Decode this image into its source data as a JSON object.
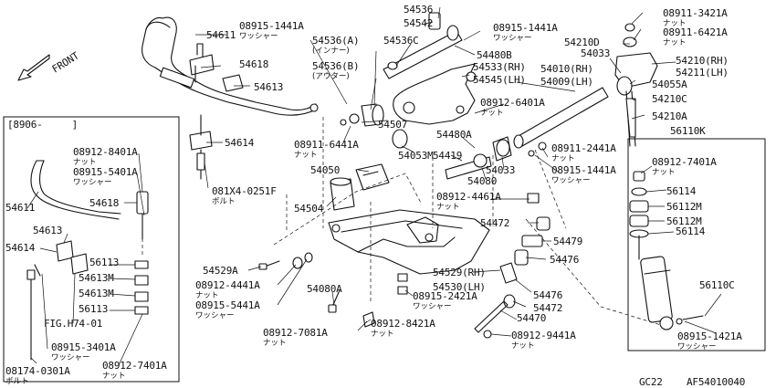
{
  "diagram": {
    "front_label": "FRONT",
    "inset_left_title": "[8906-     ]",
    "footer_left": "GC22",
    "footer_right": "AF54010040"
  },
  "callouts": [
    {
      "id": "c1",
      "text": "08915-1441A",
      "sub": "ワッシャー"
    },
    {
      "id": "c2",
      "text": "54611"
    },
    {
      "id": "c3",
      "text": "54618"
    },
    {
      "id": "c4",
      "text": "54613"
    },
    {
      "id": "c5",
      "text": "54614"
    },
    {
      "id": "c6",
      "text": "081X4-0251F",
      "sub": "ボルト"
    },
    {
      "id": "c7",
      "text": "54536(A)",
      "sub": "(インナー)"
    },
    {
      "id": "c8",
      "text": "54536(B)",
      "sub": "(アウター)"
    },
    {
      "id": "c9",
      "text": "54536C"
    },
    {
      "id": "c10",
      "text": "54536"
    },
    {
      "id": "c11",
      "text": "54542"
    },
    {
      "id": "c12",
      "text": "08915-1441A",
      "sub": "ワッシャー"
    },
    {
      "id": "c13",
      "text": "54480B"
    },
    {
      "id": "c14",
      "text": "54533(RH)"
    },
    {
      "id": "c15",
      "text": "54545(LH)"
    },
    {
      "id": "c16",
      "text": "54010(RH)"
    },
    {
      "id": "c17",
      "text": "54009(LH)"
    },
    {
      "id": "c18",
      "text": "54507"
    },
    {
      "id": "c19",
      "text": "08911-6441A",
      "sub": "ナット"
    },
    {
      "id": "c20",
      "text": "08912-6401A",
      "sub": "ナット"
    },
    {
      "id": "c21",
      "text": "54480A"
    },
    {
      "id": "c22",
      "text": "54053M"
    },
    {
      "id": "c23",
      "text": "54419"
    },
    {
      "id": "c24",
      "text": "54050"
    },
    {
      "id": "c25",
      "text": "54033"
    },
    {
      "id": "c26",
      "text": "54080"
    },
    {
      "id": "c27",
      "text": "08911-2441A",
      "sub": "ナット"
    },
    {
      "id": "c28",
      "text": "08915-1441A",
      "sub": "ワッシャー"
    },
    {
      "id": "c29",
      "text": "54504"
    },
    {
      "id": "c30",
      "text": "08912-4461A",
      "sub": "ナット"
    },
    {
      "id": "c31",
      "text": "08911-3421A",
      "sub": "ナット"
    },
    {
      "id": "c32",
      "text": "08911-6421A",
      "sub": "ナット"
    },
    {
      "id": "c33",
      "text": "54210D"
    },
    {
      "id": "c34",
      "text": "54033"
    },
    {
      "id": "c35",
      "text": "54210(RH)"
    },
    {
      "id": "c36",
      "text": "54211(LH)"
    },
    {
      "id": "c37",
      "text": "54055A"
    },
    {
      "id": "c38",
      "text": "54210C"
    },
    {
      "id": "c39",
      "text": "54210A"
    },
    {
      "id": "c40",
      "text": "56110K"
    },
    {
      "id": "c41",
      "text": "54472"
    },
    {
      "id": "c42",
      "text": "54479"
    },
    {
      "id": "c43",
      "text": "54476"
    },
    {
      "id": "c44",
      "text": "54529A"
    },
    {
      "id": "c45",
      "text": "08912-4441A",
      "sub": "ナット"
    },
    {
      "id": "c46",
      "text": "08915-5441A",
      "sub": "ワッシャー"
    },
    {
      "id": "c47",
      "text": "54080A"
    },
    {
      "id": "c48",
      "text": "54529(RH)"
    },
    {
      "id": "c49",
      "text": "54530(LH)"
    },
    {
      "id": "c50",
      "text": "08915-2421A",
      "sub": "ワッシャー"
    },
    {
      "id": "c51",
      "text": "54476"
    },
    {
      "id": "c52",
      "text": "54472"
    },
    {
      "id": "c53",
      "text": "54470"
    },
    {
      "id": "c54",
      "text": "08912-7081A",
      "sub": "ナット"
    },
    {
      "id": "c55",
      "text": "08912-8421A",
      "sub": "ナット"
    },
    {
      "id": "c56",
      "text": "08912-9441A",
      "sub": "ナット"
    },
    {
      "id": "c57",
      "text": "08912-8401A",
      "sub": "ナット"
    },
    {
      "id": "c58",
      "text": "08915-5401A",
      "sub": "ワッシャー"
    },
    {
      "id": "c59",
      "text": "54611"
    },
    {
      "id": "c60",
      "text": "54618"
    },
    {
      "id": "c61",
      "text": "54613"
    },
    {
      "id": "c62",
      "text": "54614"
    },
    {
      "id": "c63",
      "text": "56113"
    },
    {
      "id": "c64",
      "text": "54613M"
    },
    {
      "id": "c65",
      "text": "54613M"
    },
    {
      "id": "c66",
      "text": "56113"
    },
    {
      "id": "c67",
      "text": "FIG.H74-01"
    },
    {
      "id": "c68",
      "text": "08915-3401A",
      "sub": "ワッシャー"
    },
    {
      "id": "c69",
      "text": "08174-0301A",
      "sub": "ボルト"
    },
    {
      "id": "c70",
      "text": "08912-7401A",
      "sub": "ナット"
    },
    {
      "id": "c71",
      "text": "08912-7401A",
      "sub": "ナット"
    },
    {
      "id": "c72",
      "text": "56114"
    },
    {
      "id": "c73",
      "text": "56112M"
    },
    {
      "id": "c74",
      "text": "56112M"
    },
    {
      "id": "c75",
      "text": "56114"
    },
    {
      "id": "c76",
      "text": "56110C"
    },
    {
      "id": "c77",
      "text": "08915-1421A",
      "sub": "ワッシャー"
    }
  ]
}
